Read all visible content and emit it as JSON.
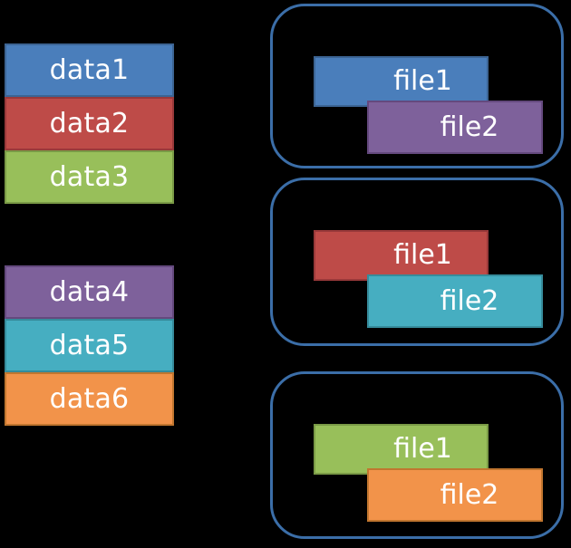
{
  "diagram": {
    "title": "data blocks mapped to file groups",
    "background_color": "#000000",
    "text_color": "#ffffff",
    "group_border_color": "#3b6ea8"
  },
  "palette": {
    "blue": {
      "fill": "#4a7ebb",
      "border": "#3c6493"
    },
    "red": {
      "fill": "#be4b48",
      "border": "#99393a"
    },
    "green": {
      "fill": "#98bf5a",
      "border": "#7a9a46"
    },
    "purple": {
      "fill": "#7e619b",
      "border": "#64497e"
    },
    "teal": {
      "fill": "#46aec1",
      "border": "#368b9b"
    },
    "orange": {
      "fill": "#f2934a",
      "border": "#c1762f"
    }
  },
  "data_stacks": [
    {
      "name": "data-stack-a",
      "boxes": [
        {
          "label": "data1",
          "color": "blue"
        },
        {
          "label": "data2",
          "color": "red"
        },
        {
          "label": "data3",
          "color": "green"
        }
      ]
    },
    {
      "name": "data-stack-b",
      "boxes": [
        {
          "label": "data4",
          "color": "purple"
        },
        {
          "label": "data5",
          "color": "teal"
        },
        {
          "label": "data6",
          "color": "orange"
        }
      ]
    }
  ],
  "groups": [
    {
      "name": "group-1",
      "files": [
        {
          "label": "file1",
          "color": "blue"
        },
        {
          "label": "file2",
          "color": "purple"
        }
      ]
    },
    {
      "name": "group-2",
      "files": [
        {
          "label": "file1",
          "color": "red"
        },
        {
          "label": "file2",
          "color": "teal"
        }
      ]
    },
    {
      "name": "group-3",
      "files": [
        {
          "label": "file1",
          "color": "green"
        },
        {
          "label": "file2",
          "color": "orange"
        }
      ]
    }
  ]
}
